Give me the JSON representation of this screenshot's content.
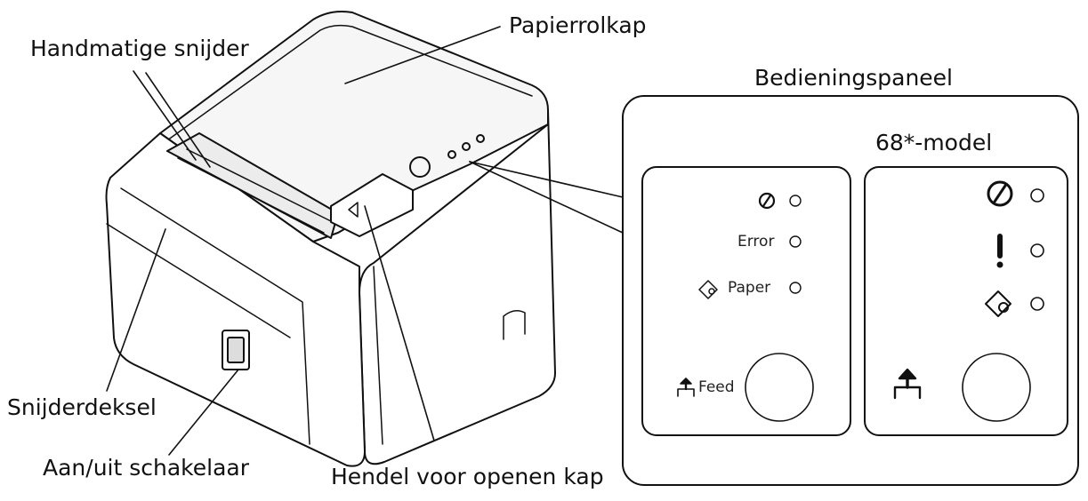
{
  "labels": {
    "handmatige_snijder": "Handmatige snijder",
    "papierrolkap": "Papierrolkap",
    "snijderdeksel": "Snijderdeksel",
    "aan_uit_schakelaar": "Aan/uit schakelaar",
    "hendel": "Hendel voor openen kap",
    "bedieningspaneel": "Bedieningspaneel",
    "model_68": "68*-model"
  },
  "panel_left": {
    "error_label": "Error",
    "paper_label": "Paper",
    "feed_label": "Feed"
  },
  "icons": [
    "power-icon",
    "error-icon",
    "paper-icon",
    "feed-icon"
  ]
}
